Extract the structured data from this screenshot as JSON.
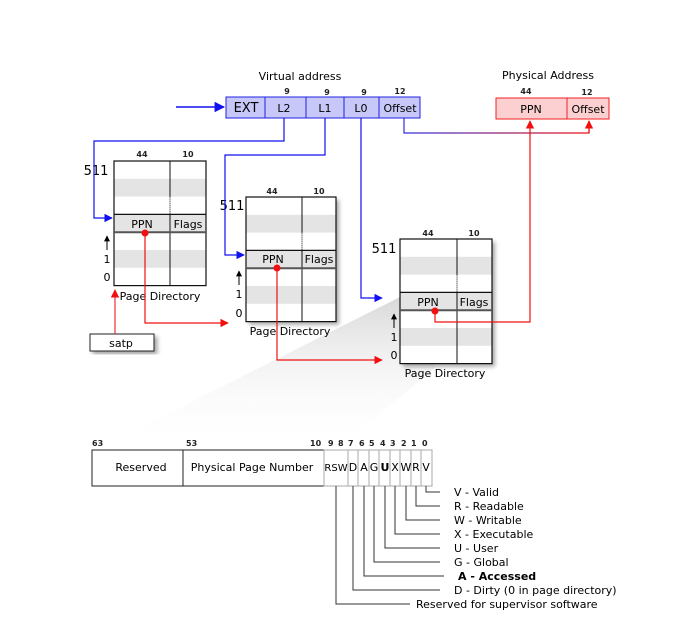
{
  "virtual_address": {
    "title": "Virtual address",
    "fields": [
      {
        "label": "EXT",
        "bits": ""
      },
      {
        "label": "L2",
        "bits": "9"
      },
      {
        "label": "L1",
        "bits": "9"
      },
      {
        "label": "L0",
        "bits": "9"
      },
      {
        "label": "Offset",
        "bits": "12"
      }
    ]
  },
  "physical_address": {
    "title": "Physical Address",
    "fields": [
      {
        "label": "PPN",
        "bits": "44"
      },
      {
        "label": "Offset",
        "bits": "12"
      }
    ]
  },
  "satp": {
    "label": "satp"
  },
  "page_directories": [
    {
      "caption": "Page Directory",
      "ppn_bits": "44",
      "flags_bits": "10",
      "ppn_label": "PPN",
      "flags_label": "Flags",
      "index_top": "511",
      "index_one": "1",
      "index_zero": "0"
    },
    {
      "caption": "Page Directory",
      "ppn_bits": "44",
      "flags_bits": "10",
      "ppn_label": "PPN",
      "flags_label": "Flags",
      "index_top": "511",
      "index_one": "1",
      "index_zero": "0"
    },
    {
      "caption": "Page Directory",
      "ppn_bits": "44",
      "flags_bits": "10",
      "ppn_label": "PPN",
      "flags_label": "Flags",
      "index_top": "511",
      "index_one": "1",
      "index_zero": "0"
    }
  ],
  "pte": {
    "bit_labels": {
      "b63": "63",
      "b53": "53",
      "b10": "10",
      "b9": "9",
      "b8": "8",
      "b7": "7",
      "b6": "6",
      "b5": "5",
      "b4": "4",
      "b3": "3",
      "b2": "2",
      "b1": "1",
      "b0": "0"
    },
    "fields": {
      "reserved": "Reserved",
      "ppn": "Physical Page Number",
      "rsw": "RSW",
      "d": "D",
      "a": "A",
      "g": "G",
      "u": "U",
      "x": "X",
      "w": "W",
      "r": "R",
      "v": "V"
    },
    "legend": [
      {
        "key": "V",
        "text": "V - Valid"
      },
      {
        "key": "R",
        "text": "R  - Readable"
      },
      {
        "key": "W",
        "text": "W - Writable"
      },
      {
        "key": "X",
        "text": "X - Executable"
      },
      {
        "key": "U",
        "text": "U - User"
      },
      {
        "key": "G",
        "text": "G - Global"
      },
      {
        "key": "A",
        "text": "A - Accessed"
      },
      {
        "key": "D",
        "text": "D - Dirty (0 in page directory)"
      },
      {
        "key": "RSW",
        "text": "Reserved for supervisor software"
      }
    ]
  },
  "colors": {
    "virtual_fill": "#c8c8f8",
    "virtual_stroke": "#2020e0",
    "physical_fill": "#fcd0d0",
    "physical_stroke": "#f02020",
    "arrow_blue": "#1010f0",
    "arrow_red": "#f01010",
    "stripe": "#e4e4e4"
  }
}
